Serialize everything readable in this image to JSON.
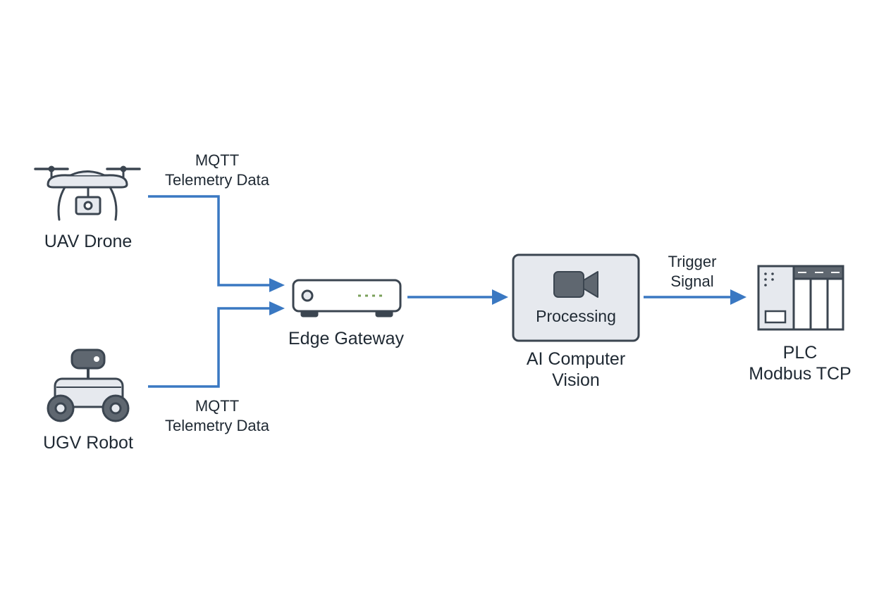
{
  "colors": {
    "connector": "#3a78c2",
    "outline": "#3b4550",
    "device_fill": "#e6e9ee",
    "device_dark": "#5f6770",
    "background": "#ffffff"
  },
  "nodes": {
    "uav": {
      "label": "UAV Drone",
      "icon": "drone-icon"
    },
    "ugv": {
      "label": "UGV Robot",
      "icon": "robot-icon"
    },
    "gateway": {
      "label": "Edge Gateway",
      "icon": "gateway-icon"
    },
    "vision": {
      "label": "AI Computer\nVision",
      "inner_label": "Processing",
      "icon": "video-camera-icon"
    },
    "plc": {
      "label": "PLC\nModbus TCP",
      "icon": "plc-icon"
    }
  },
  "edges": {
    "uav_to_gateway": {
      "label": "MQTT\nTelemetry Data"
    },
    "ugv_to_gateway": {
      "label": "MQTT\nTelemetry Data"
    },
    "gateway_to_vision": {
      "label": ""
    },
    "vision_to_plc": {
      "label": "Trigger\nSignal"
    }
  }
}
